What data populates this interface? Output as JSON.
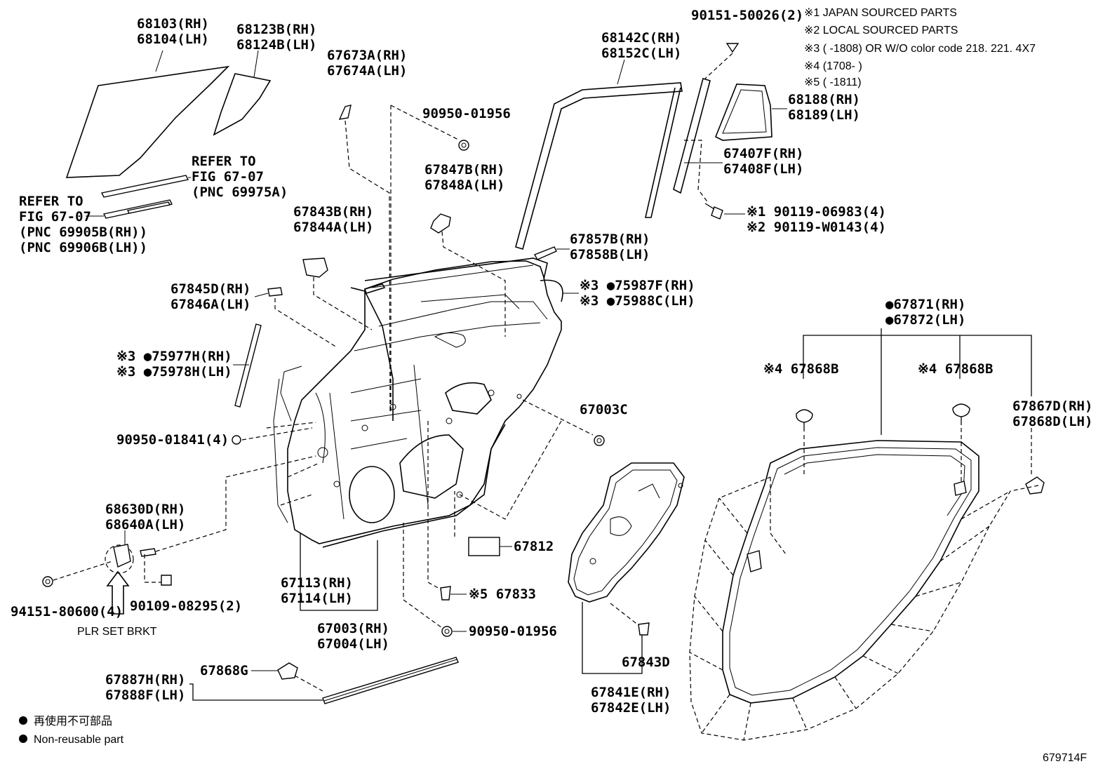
{
  "notes": [
    "※1  JAPAN SOURCED PARTS",
    "※2  LOCAL SOURCED PARTS",
    "※3 (      -1808) OR W/O color code 218. 221. 4X7",
    "※4 (1708-      )",
    "※5 (      -1811)"
  ],
  "parts": {
    "glass_main": [
      "68103(RH)",
      "68104(LH)"
    ],
    "glass_quarter": [
      "68123B(RH)",
      "68124B(LH)"
    ],
    "refer_a": [
      "REFER TO",
      "FIG 67-07",
      "(PNC 69975A)"
    ],
    "refer_b": [
      "REFER TO",
      "FIG 67-07",
      "(PNC 69905B(RH))",
      "(PNC 69906B(LH))"
    ],
    "p67673": [
      "67673A(RH)",
      "67674A(LH)"
    ],
    "p90950_top": "90950-01956",
    "p67847": [
      "67847B(RH)",
      "67848A(LH)"
    ],
    "p67843": [
      "67843B(RH)",
      "67844A(LH)"
    ],
    "p68142": [
      "68142C(RH)",
      "68152C(LH)"
    ],
    "p90151": "90151-50026(2)",
    "p68188": [
      "68188(RH)",
      "68189(LH)"
    ],
    "p67407": [
      "67407F(RH)",
      "67408F(LH)"
    ],
    "p90119": [
      "※1 90119-06983(4)",
      "※2 90119-W0143(4)"
    ],
    "p67857": [
      "67857B(RH)",
      "67858B(LH)"
    ],
    "p75987": [
      "※3 ●75987F(RH)",
      "※3 ●75988C(LH)"
    ],
    "p67845": [
      "67845D(RH)",
      "67846A(LH)"
    ],
    "p75977": [
      "※3 ●75977H(RH)",
      "※3 ●75978H(LH)"
    ],
    "p90950_841": "90950-01841(4)",
    "p67003c": "67003C",
    "p67871": [
      "●67871(RH)",
      "●67872(LH)"
    ],
    "p67868b_a": "※4 67868B",
    "p67868b_b": "※4 67868B",
    "p67867": [
      "67867D(RH)",
      "67868D(LH)"
    ],
    "p68630": [
      "68630D(RH)",
      "68640A(LH)"
    ],
    "p94151": "94151-80600(4)",
    "p90109": "90109-08295(2)",
    "plr": "PLR SET BRKT",
    "p67812": "67812",
    "p67113": [
      "67113(RH)",
      "67114(LH)"
    ],
    "p67833": "※5 67833",
    "p67003": [
      "67003(RH)",
      "67004(LH)"
    ],
    "p90950_bottom": "90950-01956",
    "p67843d": "67843D",
    "p67887": [
      "67887H(RH)",
      "67888F(LH)"
    ],
    "p67868g": "67868G",
    "p67841": [
      "67841E(RH)",
      "67842E(LH)"
    ]
  },
  "legend": [
    "再使用不可部品",
    "Non-reusable part"
  ],
  "fig_id": "679714F"
}
